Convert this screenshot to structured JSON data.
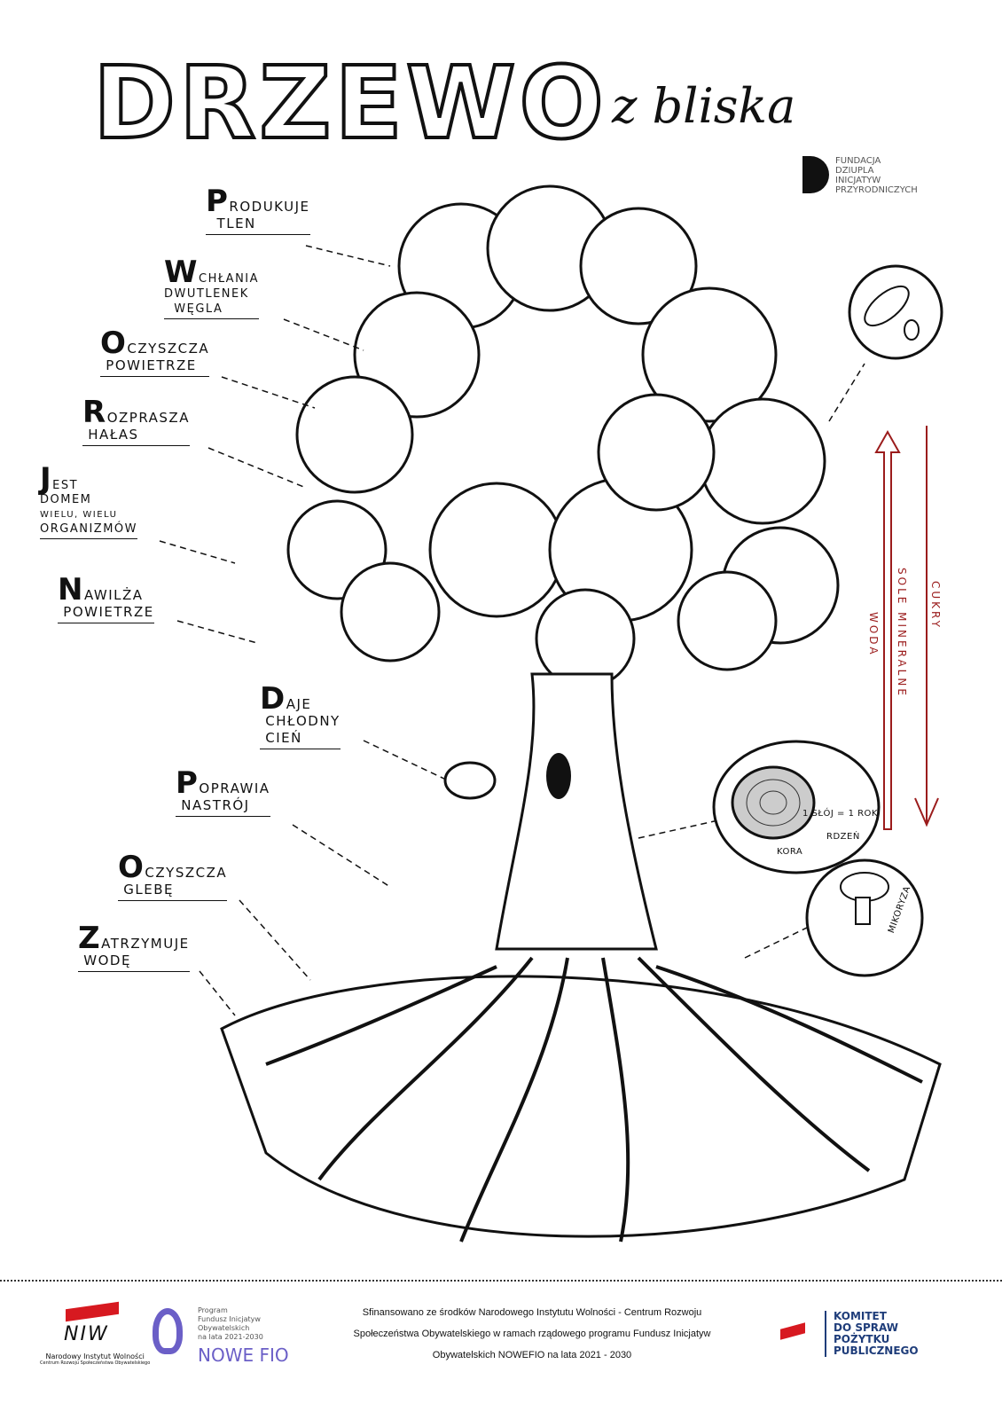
{
  "title": {
    "main": "DRZEWO",
    "sub": "z bliska"
  },
  "foundation": {
    "lines": [
      "FUNDACJA",
      "DZIUPLA",
      "INICJATYW",
      "PRZYRODNICZYCH"
    ]
  },
  "labels": [
    {
      "initial": "P",
      "rest": "rodukuje",
      "line2": "tlen",
      "line3": ""
    },
    {
      "initial": "W",
      "rest": "chłania",
      "line2": "dwutlenek",
      "line3": "węgla"
    },
    {
      "initial": "O",
      "rest": "czyszcza",
      "line2": "powietrze",
      "line3": ""
    },
    {
      "initial": "R",
      "rest": "ozprasza",
      "line2": "hałas",
      "line3": ""
    },
    {
      "initial": "J",
      "rest": "est",
      "line2": "domem",
      "line3": "wielu, wielu",
      "line4": "organizmów"
    },
    {
      "initial": "N",
      "rest": "awilża",
      "line2": "powietrze",
      "line3": ""
    },
    {
      "initial": "D",
      "rest": "aje",
      "line2": "chłodny",
      "line3": "cień"
    },
    {
      "initial": "P",
      "rest": "oprawia",
      "line2": "nastrój",
      "line3": ""
    },
    {
      "initial": "O",
      "rest": "czyszcza",
      "line2": "glebę",
      "line3": ""
    },
    {
      "initial": "Z",
      "rest": "atrzymuje",
      "line2": "wodę",
      "line3": ""
    }
  ],
  "flows": {
    "up1": "WODA",
    "up2": "SOLE MINERALNE",
    "down": "CUKRY",
    "color": "#9b1c1c"
  },
  "rings": {
    "ring": "1 SŁÓJ = 1 ROK",
    "core": "RDZEŃ",
    "bark": "KORA"
  },
  "mushroom": {
    "label": "MIKORYZA"
  },
  "footer": {
    "niw_logo": "NIW",
    "niw_name": "Narodowy Instytut Wolności",
    "niw_sub": "Centrum Rozwoju Społeczeństwa Obywatelskiego",
    "fio_lines": [
      "Program",
      "Fundusz Inicjatyw",
      "Obywatelskich",
      "na lata 2021-2030"
    ],
    "fio_name": "NOWE FIO",
    "funding": [
      "Sfinansowano ze środków Narodowego Instytutu Wolności - Centrum Rozwoju",
      "Społeczeństwa Obywatelskiego w ramach rządowego programu Fundusz  Inicjatyw",
      "Obywatelskich NOWEFIO na lata 2021 - 2030"
    ],
    "committee": [
      "KOMITET",
      "DO SPRAW",
      "POŻYTKU",
      "PUBLICZNEGO"
    ]
  }
}
